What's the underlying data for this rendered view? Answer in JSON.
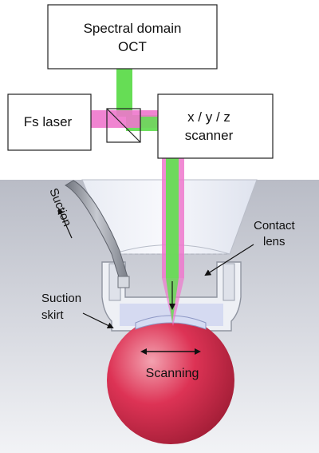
{
  "boxes": {
    "oct_line1": "Spectral domain",
    "oct_line2": "OCT",
    "laser": "Fs laser",
    "scanner_line1": "x / y / z",
    "scanner_line2": "scanner"
  },
  "labels": {
    "suction": "Suction",
    "contact_lens_line1": "Contact",
    "contact_lens_line2": "lens",
    "suction_skirt_line1": "Suction",
    "suction_skirt_line2": "skirt",
    "scanning": "Scanning"
  },
  "colors": {
    "oct_beam": "#66dd55",
    "laser_beam": "#ee77cc",
    "eye": "#dd3355",
    "background_top": "#ffffff",
    "background_gradient": "#c5c8d2",
    "instrument_glass": "#e4e8f2",
    "box_stroke": "#222222"
  },
  "icons": {
    "beam_splitter": "beam-splitter-icon",
    "suction_tube": "suction-tube-icon",
    "eye": "eyeball-icon"
  }
}
